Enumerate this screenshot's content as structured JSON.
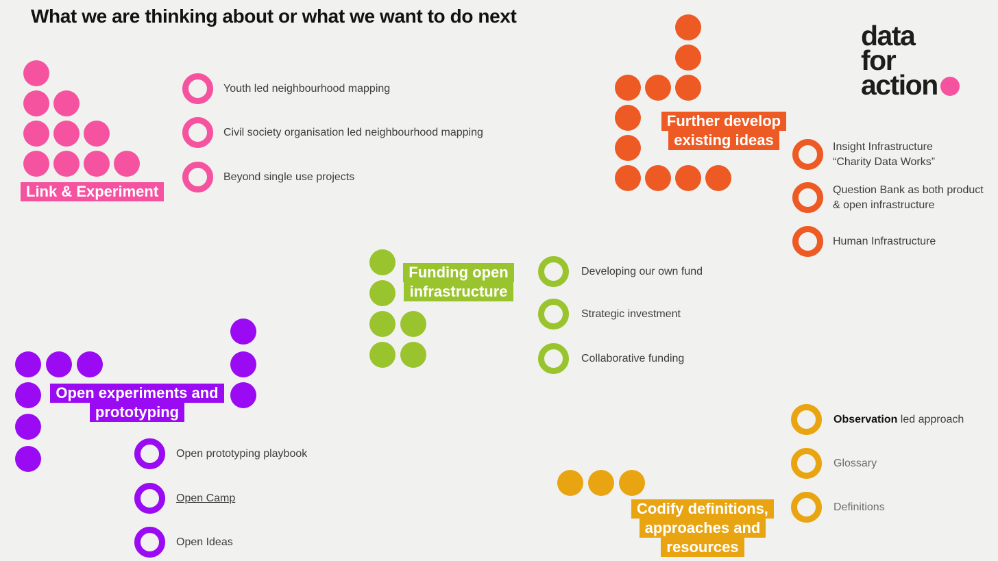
{
  "page": {
    "title": "What we are thinking about or what we want to do next",
    "background": "#f1f1ef"
  },
  "logo": {
    "lines": [
      "data",
      "for",
      "action"
    ],
    "text_color": "#1d1d1b",
    "dot_color": "#f5539f"
  },
  "text_colors": {
    "item": "#3d3d3d",
    "muted": "#6e6e6e",
    "title": "#121212"
  },
  "clusters": [
    {
      "id": "link-experiment",
      "name": "Link & Experiment",
      "color": "#f5539f",
      "label_lines": [
        "Link & Experiment"
      ],
      "items": [
        {
          "lines": [
            "Youth led neighbourhood mapping"
          ]
        },
        {
          "lines": [
            "Civil society organisation led neighbourhood mapping"
          ]
        },
        {
          "lines": [
            "Beyond single use projects"
          ]
        }
      ]
    },
    {
      "id": "further-develop-existing-ideas",
      "name": "Further develop existing ideas",
      "color": "#ee5a23",
      "label_lines": [
        "Further develop",
        "existing ideas"
      ],
      "items": [
        {
          "lines": [
            "Insight Infrastructure",
            "“Charity Data Works”"
          ]
        },
        {
          "lines": [
            "Question Bank as both product",
            "& open infrastructure"
          ]
        },
        {
          "lines": [
            "Human Infrastructure"
          ]
        }
      ]
    },
    {
      "id": "funding-open-infrastructure",
      "name": "Funding open infrastructure",
      "color": "#9ac42d",
      "label_lines": [
        "Funding open",
        "infrastructure"
      ],
      "items": [
        {
          "lines": [
            "Developing our own fund"
          ]
        },
        {
          "lines": [
            "Strategic investment"
          ]
        },
        {
          "lines": [
            "Collaborative funding"
          ]
        }
      ]
    },
    {
      "id": "open-experiments-and-prototyping",
      "name": "Open experiments and prototyping",
      "color": "#9a0af2",
      "label_lines": [
        "Open experiments and",
        "prototyping"
      ],
      "items": [
        {
          "lines": [
            "Open prototyping playbook"
          ]
        },
        {
          "lines": [
            "Open Camp"
          ],
          "underline": true,
          "link": true
        },
        {
          "lines": [
            "Open Ideas"
          ]
        }
      ]
    },
    {
      "id": "codify-definitions-approaches-resources",
      "name": "Codify definitions, approaches and resources",
      "color": "#e9a511",
      "label_lines": [
        "Codify definitions,",
        "approaches and",
        "resources"
      ],
      "items": [
        {
          "lines": [
            "Observation led approach"
          ],
          "bold_words": 1
        },
        {
          "lines": [
            "Glossary"
          ],
          "muted": true
        },
        {
          "lines": [
            "Definitions"
          ],
          "muted": true
        }
      ]
    }
  ]
}
